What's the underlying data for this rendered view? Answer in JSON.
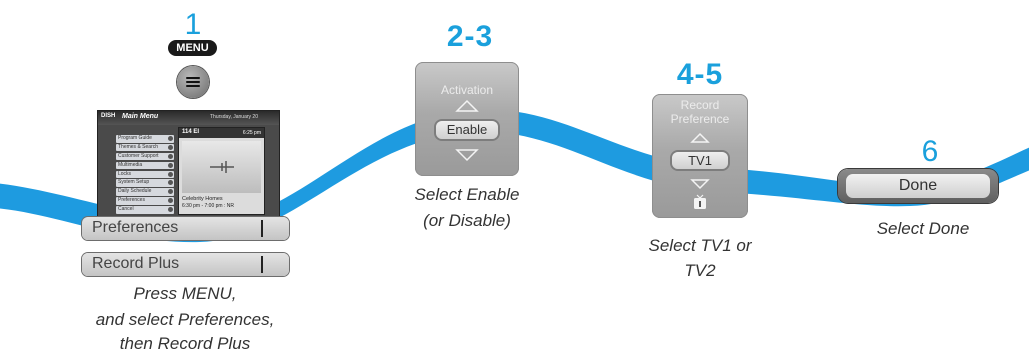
{
  "steps": [
    {
      "number": "1",
      "button": "MENU",
      "tv": {
        "logo": "DISH",
        "title": "Main Menu",
        "date": "Thursday, January 20",
        "channel": "114 EI",
        "time": "6:25 pm",
        "menu_items": [
          "Program Guide",
          "Themes & Search",
          "Customer Support",
          "Multimedia",
          "Locks",
          "System Setup",
          "Daily Schedule",
          "Preferences",
          "Cancel"
        ],
        "show_title": "Celebrity Homes",
        "show_time": "6:30 pm - 7:00 pm : NR"
      },
      "menu_rows": [
        "Preferences",
        "Record Plus"
      ],
      "caption": [
        "Press MENU,",
        "and select Preferences,",
        "then Record Plus"
      ]
    },
    {
      "number": "2-3",
      "panel_title": "Activation",
      "value": "Enable",
      "caption": [
        "Select Enable",
        "(or Disable)"
      ]
    },
    {
      "number": "4-5",
      "panel_title": [
        "Record",
        "Preference"
      ],
      "value": "TV1",
      "caption": [
        "Select TV1 or",
        "TV2"
      ]
    },
    {
      "number": "6",
      "value": "Done",
      "caption": [
        "Select Done"
      ]
    }
  ],
  "colors": {
    "accent": "#1aa0dc",
    "band": "#1e9be0"
  }
}
